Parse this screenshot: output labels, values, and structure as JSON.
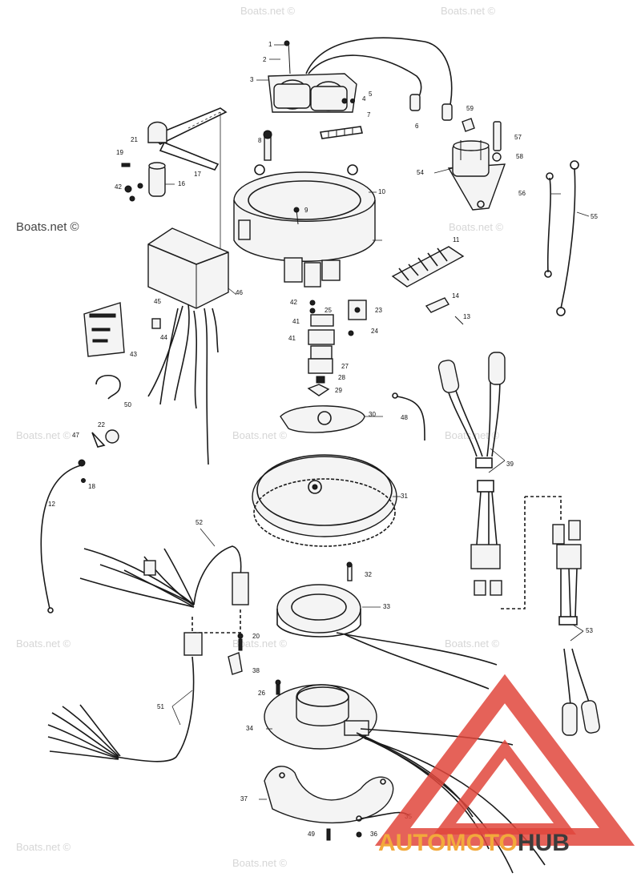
{
  "watermark": {
    "text": "Boats.net ©",
    "brand_logo": "AUTOMOTOHUB"
  },
  "callouts": [
    "1",
    "2",
    "3",
    "4",
    "5",
    "6",
    "7",
    "8",
    "9",
    "10",
    "11",
    "12",
    "13",
    "14",
    "16",
    "17",
    "18",
    "19",
    "20",
    "21",
    "22",
    "23",
    "24",
    "25",
    "26",
    "27",
    "28",
    "29",
    "30",
    "31",
    "32",
    "33",
    "34",
    "35",
    "36",
    "37",
    "38",
    "39",
    "41",
    "41",
    "42",
    "42",
    "43",
    "44",
    "45",
    "46",
    "47",
    "48",
    "49",
    "50",
    "51",
    "52",
    "53",
    "54",
    "55",
    "56",
    "57",
    "58",
    "59"
  ],
  "colors": {
    "ink": "#1a1a1a",
    "watermark": "#d6d6d6",
    "logo_red": "#e0463c",
    "logo_orange": "#f2a93b",
    "logo_dark": "#3b3b3b"
  }
}
